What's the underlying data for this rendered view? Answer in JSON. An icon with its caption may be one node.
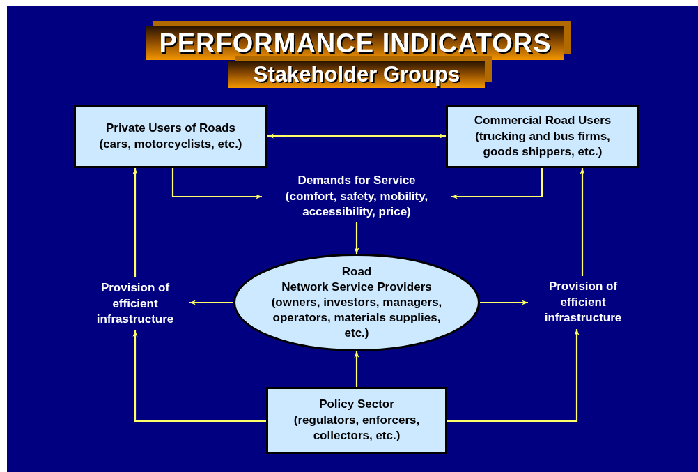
{
  "diagram": {
    "title": "PERFORMANCE INDICATORS",
    "nodes": [
      {
        "text": [
          "Private Users of Roads",
          "(cars, motorcyclists, etc.)"
        ]
      },
      {
        "text": [
          "Commercial Road Users",
          "(trucking and bus firms, goods shippers, etc.)"
        ]
      },
      {
        "text": [
          "Demands for Service",
          "(comfort, safety, mobility, accessibility, price)"
        ]
      },
      {
        "text": [
          "Provision of efficient infrastructure"
        ]
      },
      {
        "text": [
          "Road",
          "Network Service Providers",
          "(owners, investors, managers, operators, materials supplies, etc.)"
        ]
      },
      {
        "text": [
          "Provision of efficient infrastructure"
        ]
      },
      {
        "text": [
          "Policy Sector",
          "(regulators, enforcers, collectors, etc.)"
        ]
      }
    ],
    "edges": [
      {
        "from": 0,
        "to": 1,
        "arrow": "both"
      },
      {
        "from": 0,
        "to": 2,
        "arrow": "to"
      },
      {
        "from": 1,
        "to": 2,
        "arrow": "to"
      },
      {
        "from": 2,
        "to": 4,
        "arrow": "to"
      },
      {
        "from": 4,
        "to": 3,
        "arrow": "to"
      },
      {
        "from": 4,
        "to": 5,
        "arrow": "to"
      },
      {
        "from": 3,
        "to": 0,
        "arrow": "to"
      },
      {
        "from": 5,
        "to": 1,
        "arrow": "to"
      },
      {
        "from": 6,
        "to": 4,
        "arrow": "to"
      },
      {
        "from": 6,
        "to": 3,
        "arrow": "to"
      },
      {
        "from": 6,
        "to": 5,
        "arrow": "to"
      }
    ],
    "labels": [
      "Stakeholder Groups"
    ]
  }
}
